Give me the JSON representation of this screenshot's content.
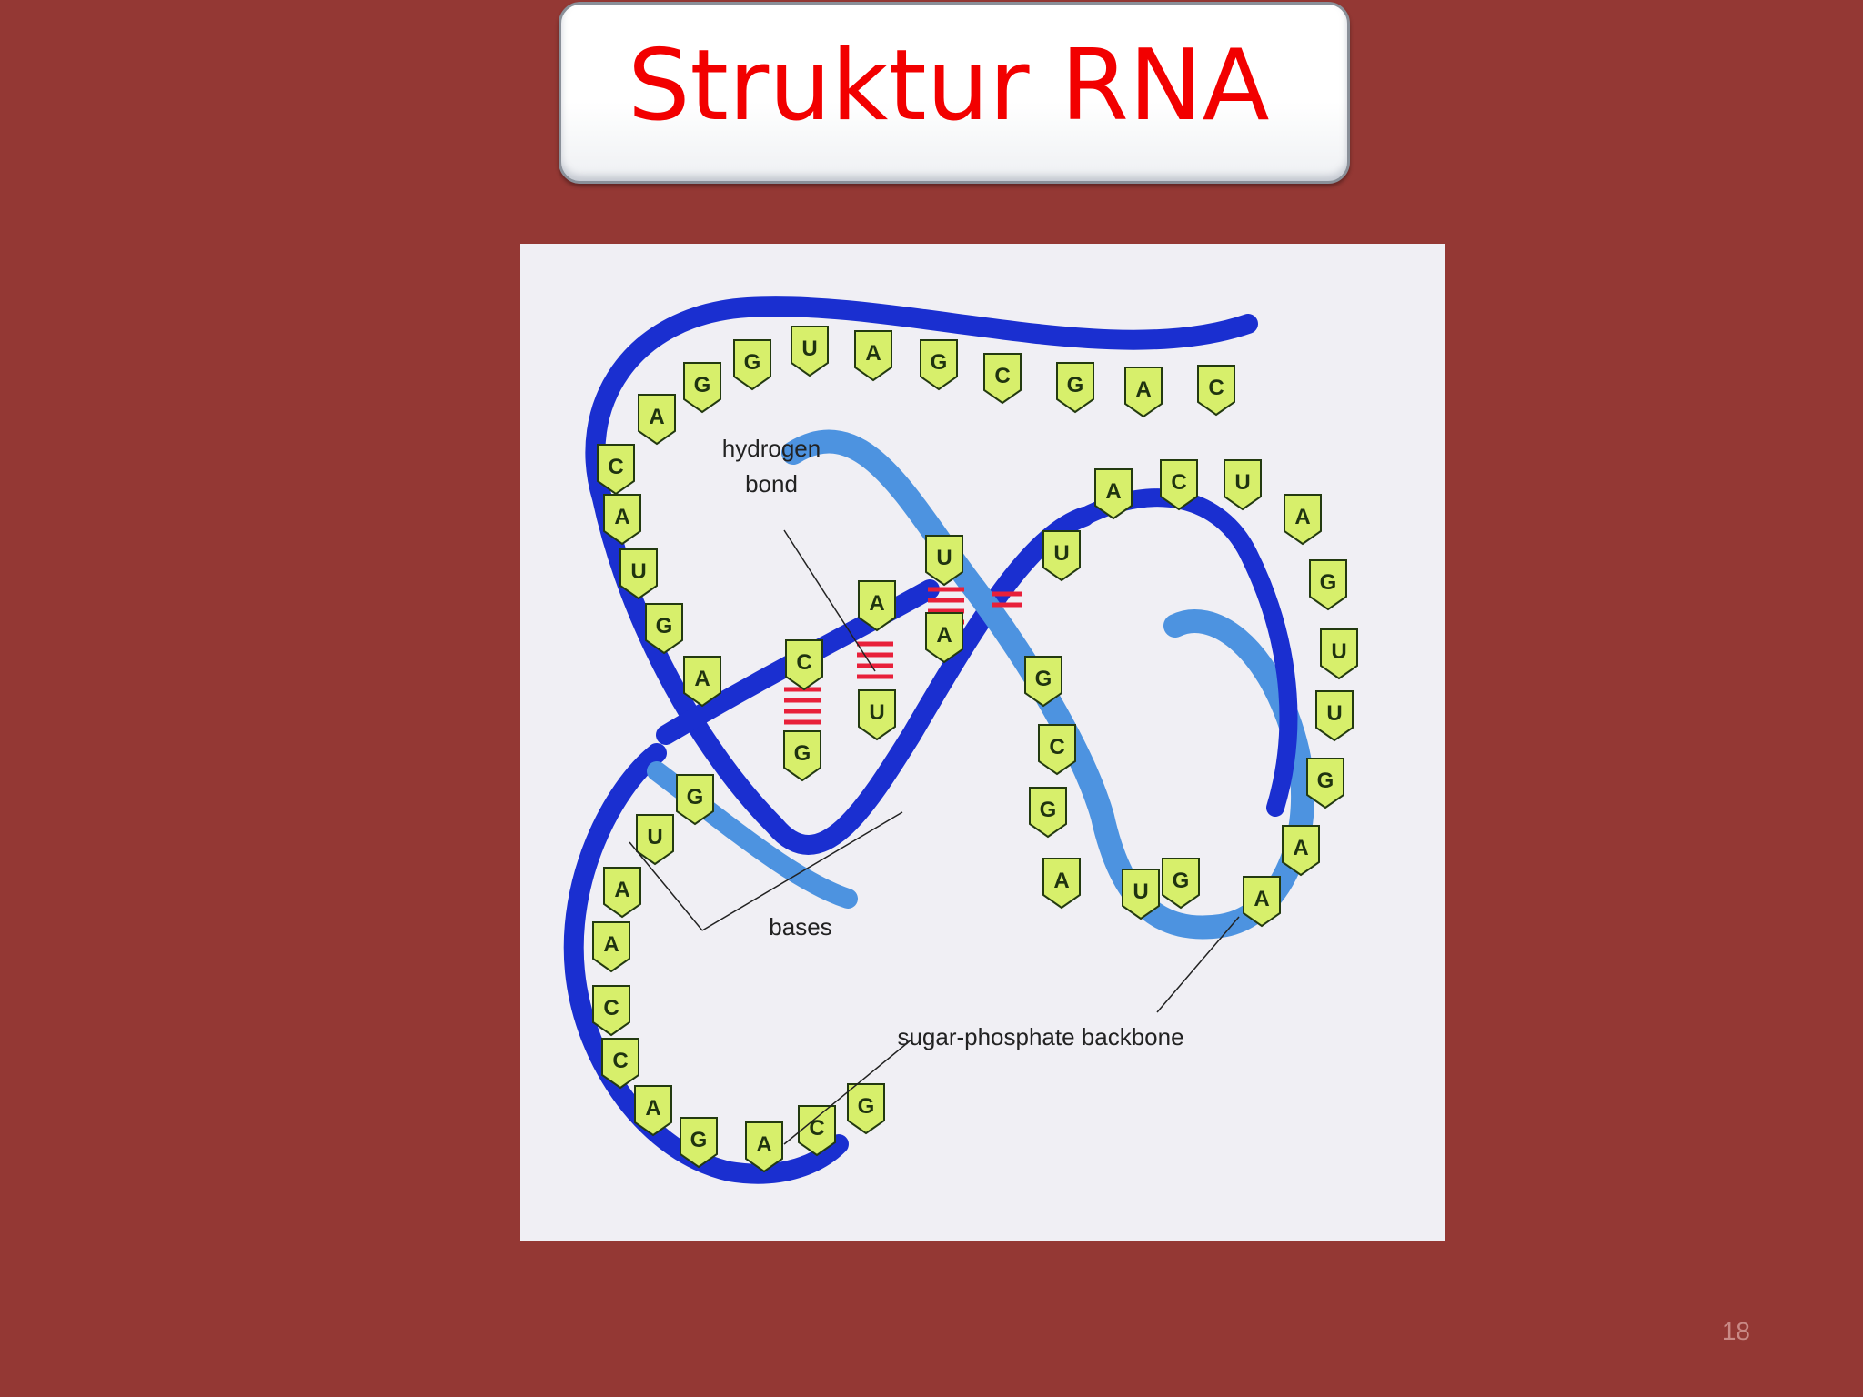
{
  "slide": {
    "title": "Struktur RNA",
    "page_number": "18"
  },
  "diagram": {
    "labels": {
      "hydrogen_line1": "hydrogen",
      "hydrogen_line2": "bond",
      "bases": "bases",
      "backbone": "sugar-phosphate backbone"
    },
    "bases_top": [
      "A",
      "G",
      "G",
      "U",
      "A",
      "G",
      "C",
      "G",
      "A",
      "C"
    ],
    "bases_left": [
      "C",
      "A",
      "U",
      "G",
      "A"
    ],
    "bases_stem_left": [
      "C",
      "G",
      "A",
      "U",
      "A"
    ],
    "bases_stem_right": [
      "U",
      "U",
      "G",
      "C",
      "G"
    ],
    "bases_right_loop": [
      "A",
      "C",
      "U",
      "A",
      "G",
      "U",
      "U",
      "G",
      "A",
      "A",
      "G",
      "U",
      "A"
    ],
    "bases_lower_left": [
      "G",
      "U",
      "A",
      "A",
      "C",
      "C",
      "A",
      "G",
      "A",
      "C",
      "G"
    ],
    "colors": {
      "background": "#943834",
      "title": "#f20000",
      "backbone_dark": "#1a2fd0",
      "backbone_light": "#4d93e0",
      "base_fill": "#d7ef6b",
      "hbond": "#e8203a"
    }
  }
}
